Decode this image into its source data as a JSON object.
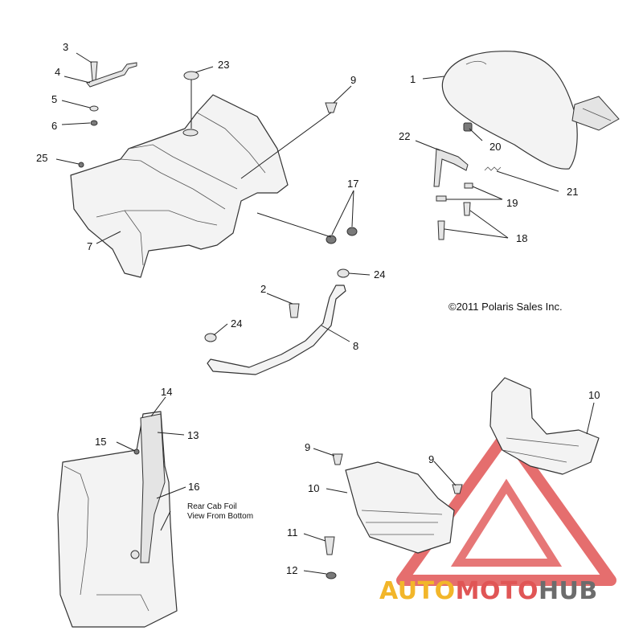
{
  "callouts": {
    "c1": "1",
    "c2": "2",
    "c3": "3",
    "c4": "4",
    "c5": "5",
    "c6": "6",
    "c7": "7",
    "c8": "8",
    "c9a": "9",
    "c9b": "9",
    "c9c": "9",
    "c10a": "10",
    "c10b": "10",
    "c11": "11",
    "c12": "12",
    "c13": "13",
    "c14": "14",
    "c15": "15",
    "c16": "16",
    "c17": "17",
    "c18": "18",
    "c19": "19",
    "c20": "20",
    "c21": "21",
    "c22": "22",
    "c23": "23",
    "c24a": "24",
    "c24b": "24",
    "c25": "25"
  },
  "copyright": "©2011 Polaris Sales Inc.",
  "note": {
    "line1": "Rear Cab Foil",
    "line2": "View From Bottom"
  },
  "watermark": {
    "part1": "AUTO",
    "part2": "MOTO",
    "part3": "HUB"
  },
  "colors": {
    "watermark_red": "#e05555",
    "watermark_yellow": "#f2b62a",
    "watermark_gray": "#6c6c6c"
  }
}
